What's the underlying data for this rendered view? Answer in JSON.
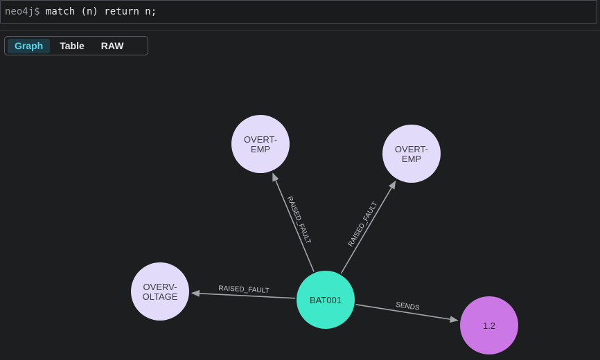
{
  "command": {
    "prompt": "neo4j$",
    "query": " match (n) return n;"
  },
  "view_tabs": [
    {
      "label": "Graph",
      "active": true
    },
    {
      "label": "Table",
      "active": false
    },
    {
      "label": "RAW",
      "active": false
    }
  ],
  "graph": {
    "colors": {
      "edge": "#a3a5aa",
      "light_node": "#e2dcfa",
      "light_node_text": "#3b3b45",
      "center_node": "#3fe8c8",
      "center_node_text": "#12302b",
      "value_node": "#cc77e6",
      "value_node_text": "#3a1e44"
    },
    "nodes": [
      {
        "id": "n1",
        "label_lines": [
          "OVERT-",
          "EMP"
        ],
        "kind": "light"
      },
      {
        "id": "n2",
        "label_lines": [
          "OVERT-",
          "EMP"
        ],
        "kind": "light"
      },
      {
        "id": "n3",
        "label_lines": [
          "OVERV-",
          "OLTAGE"
        ],
        "kind": "light"
      },
      {
        "id": "n4",
        "label_lines": [
          "BAT001"
        ],
        "kind": "center"
      },
      {
        "id": "n5",
        "label_lines": [
          "1.2"
        ],
        "kind": "value"
      }
    ],
    "relationships": [
      {
        "from": "n4",
        "to": "n1",
        "label": "RAISED_FAULT"
      },
      {
        "from": "n4",
        "to": "n2",
        "label": "RAISED_FAULT"
      },
      {
        "from": "n4",
        "to": "n3",
        "label": "RAISED_FAULT"
      },
      {
        "from": "n4",
        "to": "n5",
        "label": "SENDS"
      }
    ]
  }
}
